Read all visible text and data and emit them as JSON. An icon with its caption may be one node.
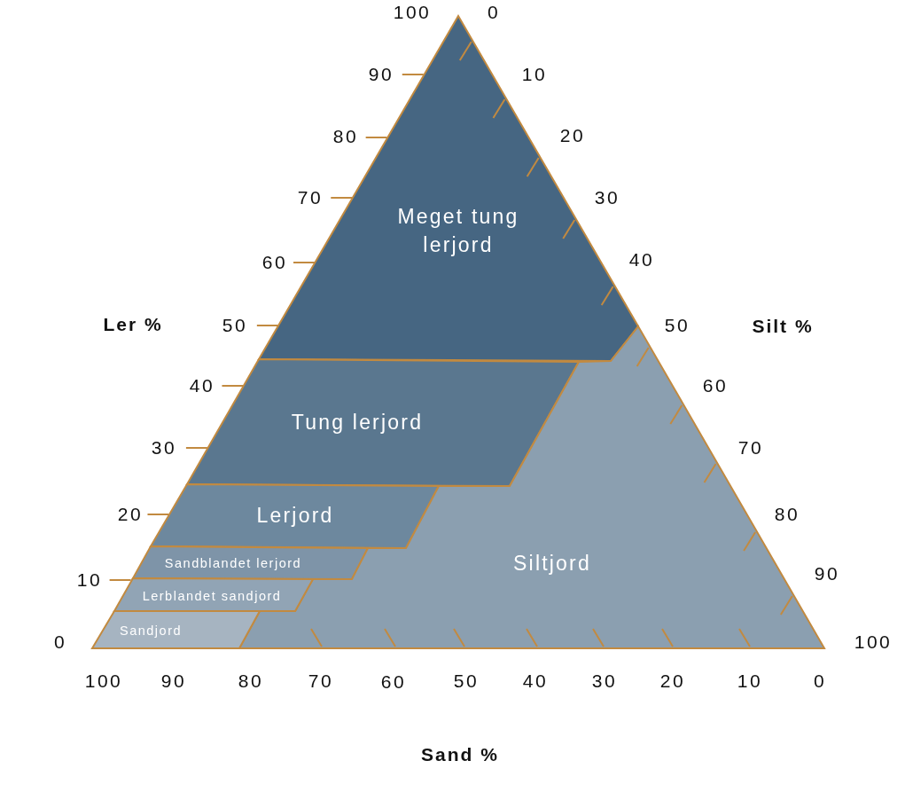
{
  "diagram": {
    "nodes": [
      {
        "text": [
          "Meget tung lerjord"
        ]
      },
      {
        "text": [
          "Tung lerjord"
        ]
      },
      {
        "text": [
          "Lerjord"
        ]
      },
      {
        "text": [
          "Sandblandet lerjord"
        ]
      },
      {
        "text": [
          "Siltjord"
        ]
      },
      {
        "text": [
          "Lerblandet sandjord"
        ]
      },
      {
        "text": [
          "Sandjord"
        ]
      }
    ],
    "labels": [
      "100",
      "0",
      "90",
      "10",
      "80",
      "20",
      "70",
      "30",
      "60",
      "40",
      "Ler %",
      "50",
      "50",
      "Silt %",
      "40",
      "60",
      "30",
      "70",
      "20",
      "80",
      "10",
      "90",
      "0",
      "100",
      "100",
      "90",
      "80",
      "70",
      "60",
      "50",
      "40",
      "30",
      "20",
      "10",
      "0",
      "Sand %"
    ]
  }
}
